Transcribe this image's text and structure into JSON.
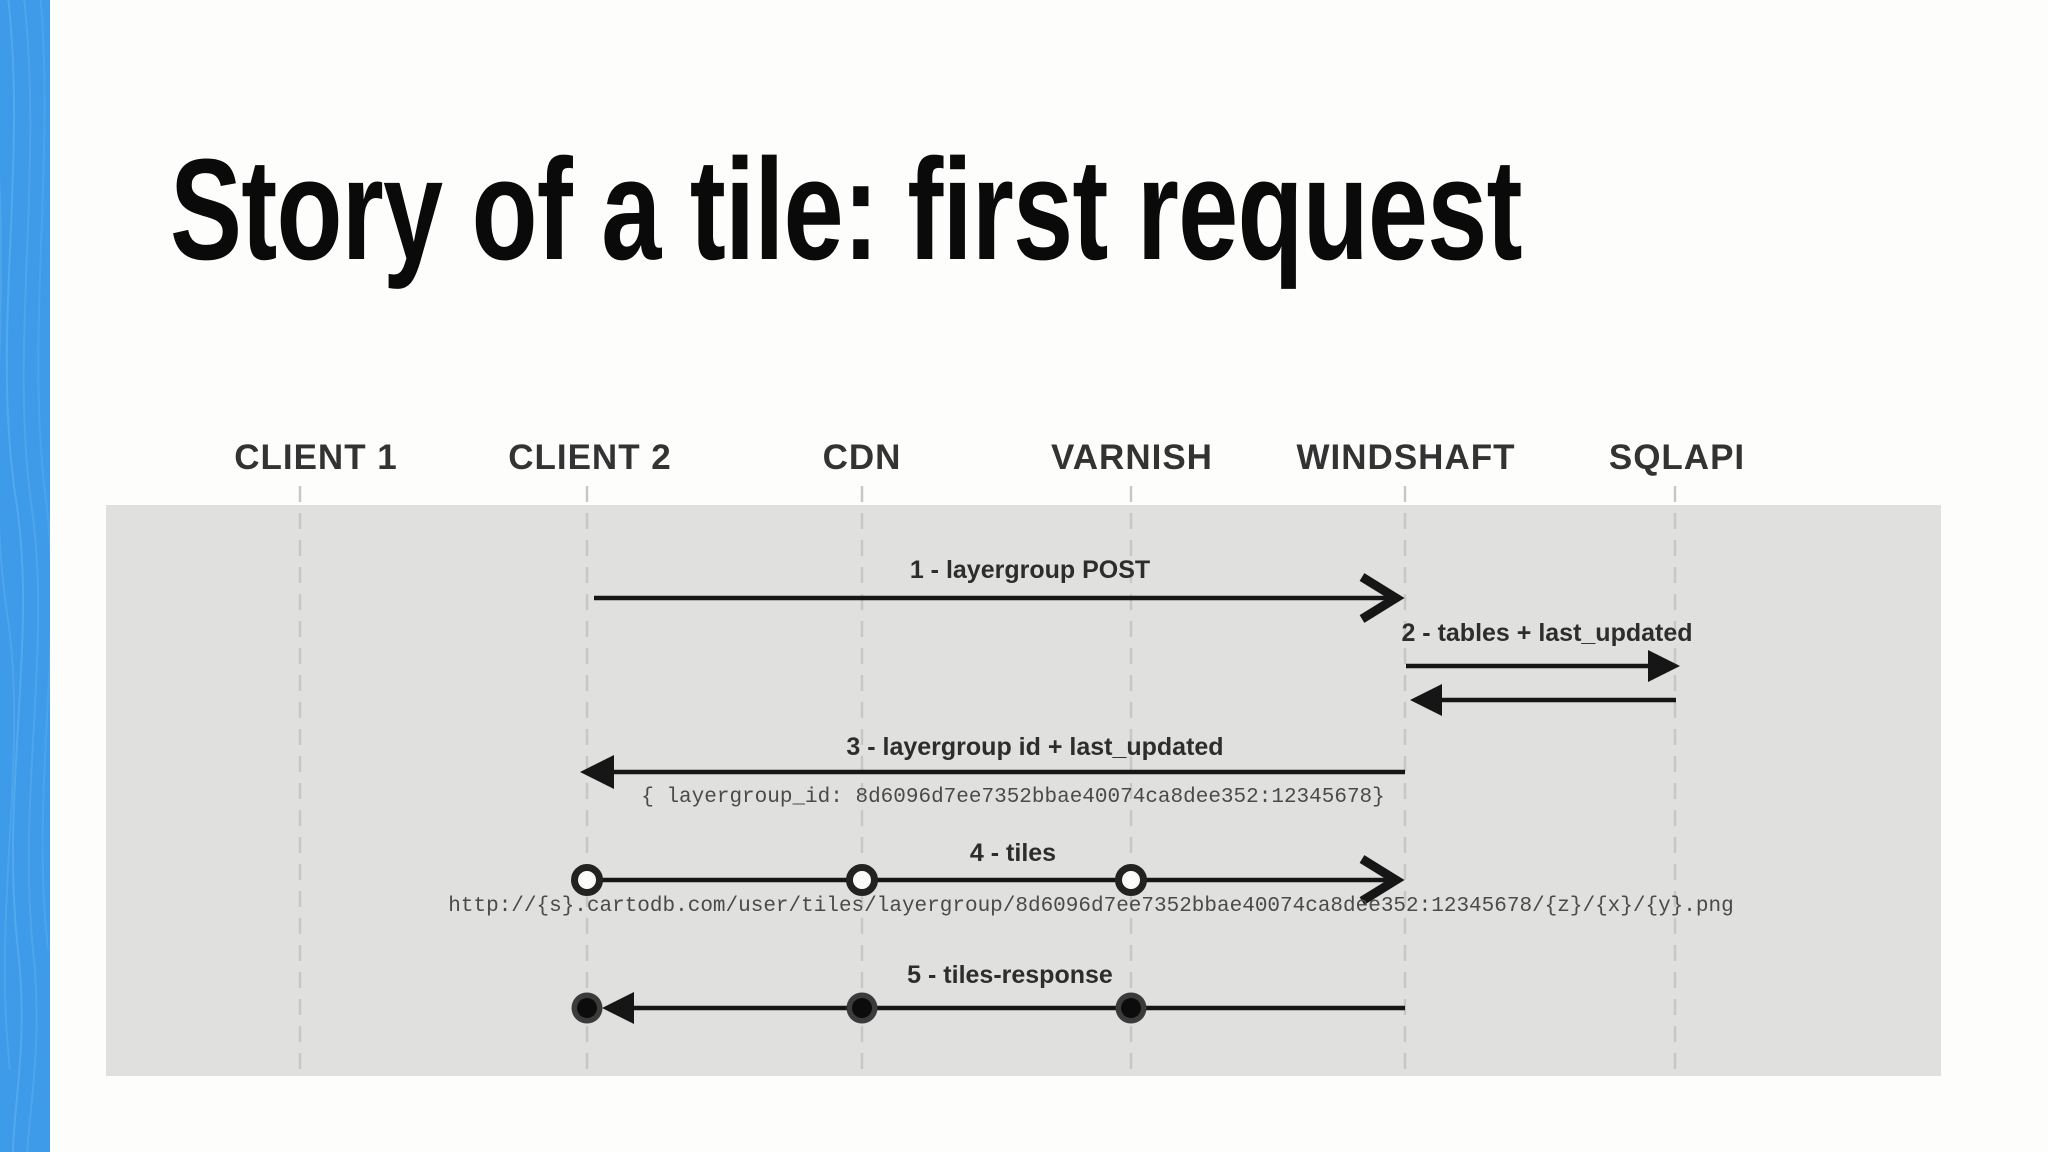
{
  "slide": {
    "title": "Story of a tile: first request"
  },
  "diagram": {
    "actors": [
      {
        "name": "CLIENT 1"
      },
      {
        "name": "CLIENT 2"
      },
      {
        "name": "CDN"
      },
      {
        "name": "VARNISH"
      },
      {
        "name": "WINDSHAFT"
      },
      {
        "name": "SQLAPI"
      }
    ],
    "messages": [
      {
        "label": "1 - layergroup POST",
        "from": "CLIENT 2",
        "to": "WINDSHAFT"
      },
      {
        "label": "2 - tables + last_updated",
        "from": "WINDSHAFT",
        "to": "SQLAPI",
        "reply": true
      },
      {
        "label": "3 - layergroup id + last_updated",
        "from": "WINDSHAFT",
        "to": "CLIENT 2",
        "annotation": "{ layergroup_id: 8d6096d7ee7352bbae40074ca8dee352:12345678}"
      },
      {
        "label": "4 - tiles",
        "from": "CLIENT 2",
        "to": "WINDSHAFT",
        "via": [
          "CDN",
          "VARNISH"
        ],
        "annotation": "http://{s}.cartodb.com/user/tiles/layergroup/8d6096d7ee7352bbae40074ca8dee352:12345678/{z}/{x}/{y}.png"
      },
      {
        "label": "5 - tiles-response",
        "from": "WINDSHAFT",
        "to": "CLIENT 2",
        "via": [
          "VARNISH",
          "CDN"
        ]
      }
    ],
    "colors": {
      "accent_bar": "#3d9be9",
      "accent_wave": "#5fb0ef",
      "diagram_background": "#e0e1de",
      "message_line": "#161616",
      "label_text": "#2d2d2d",
      "actor_text": "#333333",
      "mono_text": "#4a4a4a"
    }
  }
}
